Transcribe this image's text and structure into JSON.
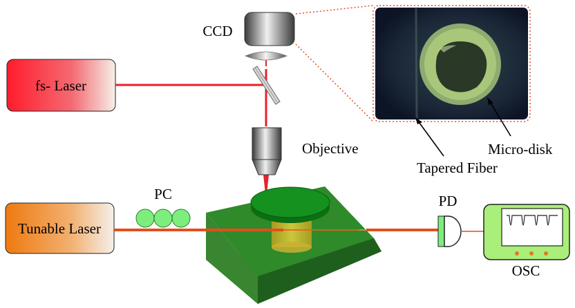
{
  "labels": {
    "fs_laser": "fs- Laser",
    "tunable_laser": "Tunable Laser",
    "ccd": "CCD",
    "objective": "Objective",
    "pc": "PC",
    "pd": "PD",
    "osc": "OSC",
    "micro_disk": "Micro-disk",
    "tapered_fiber": "Tapered Fiber"
  },
  "colors": {
    "fs_beam": "#e8202a",
    "fiber": "#e0501a",
    "stage_green": "#2f8a2a",
    "pc_green": "#7dee7d",
    "osc_green": "#a9ef7a",
    "inset_border": "#e05020"
  }
}
